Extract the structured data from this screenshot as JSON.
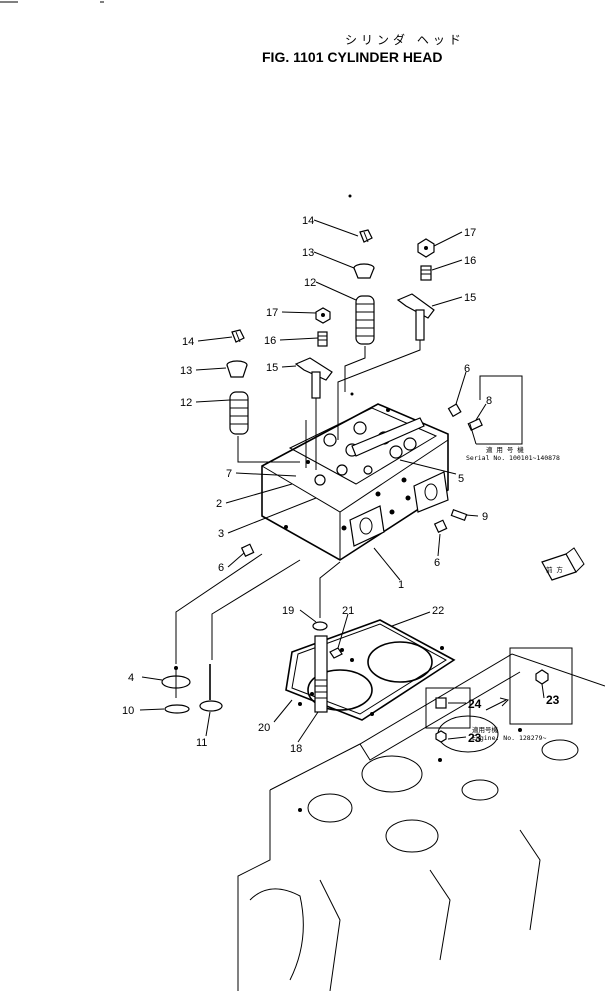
{
  "header": {
    "subtitle_jp": "シリンダ ヘッド",
    "figure_title": "FIG. 1101  CYLINDER HEAD"
  },
  "callouts": [
    {
      "id": "c14a",
      "label": "14"
    },
    {
      "id": "c13a",
      "label": "13"
    },
    {
      "id": "c12a",
      "label": "12"
    },
    {
      "id": "c17a",
      "label": "17"
    },
    {
      "id": "c16a",
      "label": "16"
    },
    {
      "id": "c15a",
      "label": "15"
    },
    {
      "id": "c17b",
      "label": "17"
    },
    {
      "id": "c16b",
      "label": "16"
    },
    {
      "id": "c15b",
      "label": "15"
    },
    {
      "id": "c14b",
      "label": "14"
    },
    {
      "id": "c13b",
      "label": "13"
    },
    {
      "id": "c12b",
      "label": "12"
    },
    {
      "id": "c6a",
      "label": "6"
    },
    {
      "id": "c8",
      "label": "8"
    },
    {
      "id": "c7",
      "label": "7"
    },
    {
      "id": "c5",
      "label": "5"
    },
    {
      "id": "c2",
      "label": "2"
    },
    {
      "id": "c3",
      "label": "3"
    },
    {
      "id": "c9",
      "label": "9"
    },
    {
      "id": "c6b",
      "label": "6"
    },
    {
      "id": "c6c",
      "label": "6"
    },
    {
      "id": "c1",
      "label": "1"
    },
    {
      "id": "c19",
      "label": "19"
    },
    {
      "id": "c21",
      "label": "21"
    },
    {
      "id": "c22",
      "label": "22"
    },
    {
      "id": "c4",
      "label": "4"
    },
    {
      "id": "c10",
      "label": "10"
    },
    {
      "id": "c11",
      "label": "11"
    },
    {
      "id": "c20",
      "label": "20"
    },
    {
      "id": "c18",
      "label": "18"
    },
    {
      "id": "c24",
      "label": "24"
    },
    {
      "id": "c23a",
      "label": "23"
    },
    {
      "id": "c23b",
      "label": "23"
    }
  ],
  "notes": {
    "serial_jp": "適 用 号 機",
    "serial_range": "Serial No. 100101~140878",
    "engine_jp": "適用号機",
    "engine_range": "Engine. No. 128279~",
    "front_mark": "前 方"
  }
}
